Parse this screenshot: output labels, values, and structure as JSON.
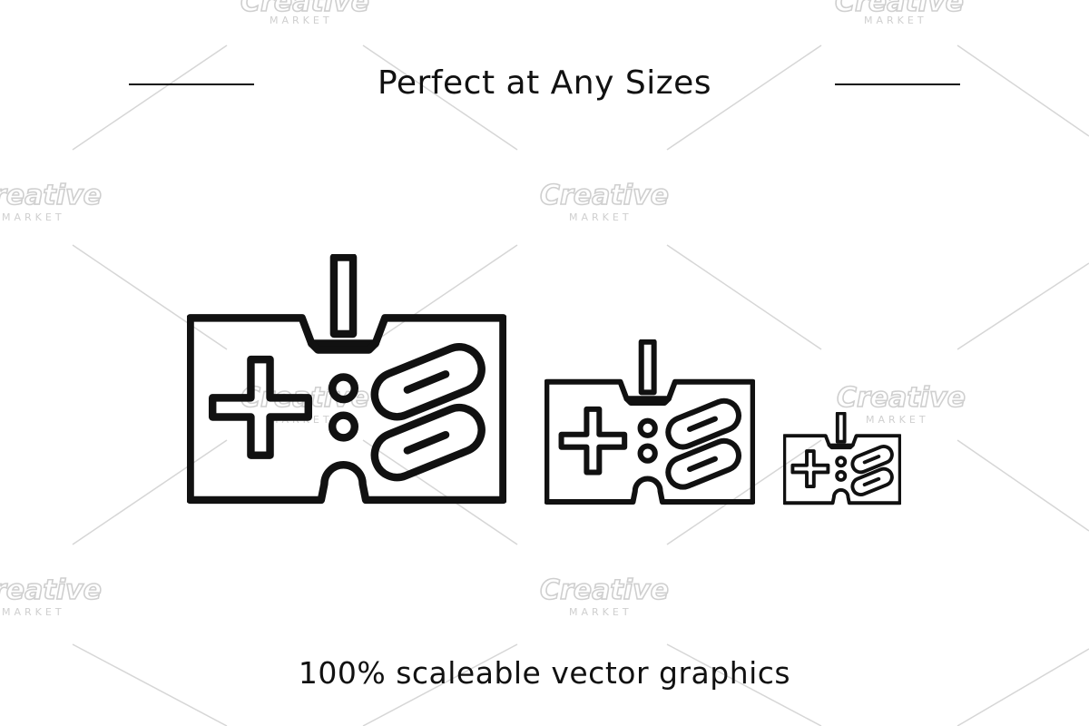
{
  "heading": {
    "text": "Perfect at Any Sizes"
  },
  "caption": {
    "text": "100% scaleable vector graphics"
  },
  "icons": [
    {
      "label": "large",
      "icon": "game-controller-icon"
    },
    {
      "label": "medium",
      "icon": "game-controller-icon"
    },
    {
      "label": "small",
      "icon": "game-controller-icon"
    }
  ],
  "watermark": {
    "brand": "Creative",
    "tagline": "MARKET"
  },
  "colors": {
    "background": "#ffffff",
    "ink": "#111111",
    "watermark": "#cfcfcf"
  }
}
